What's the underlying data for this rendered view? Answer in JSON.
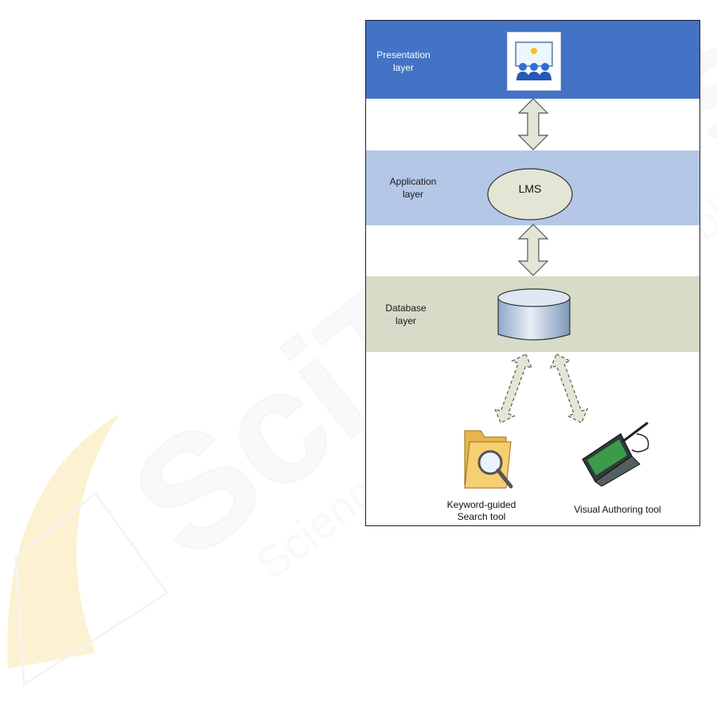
{
  "layers": {
    "presentation": {
      "label_line1": "Presentation",
      "label_line2": "layer",
      "color": "#4472c4"
    },
    "application": {
      "label_line1": "Application",
      "label_line2": "layer",
      "color": "#b4c7e7"
    },
    "database": {
      "label_line1": "Database",
      "label_line2": "layer",
      "color": "#d6dcc7"
    }
  },
  "nodes": {
    "lms": {
      "label": "LMS"
    }
  },
  "tools": {
    "search": {
      "label_line1": "Keyword-guided",
      "label_line2": "Search tool",
      "icon": "folder-search-icon"
    },
    "authoring": {
      "label": "Visual Authoring tool",
      "icon": "laptop-pen-icon"
    }
  },
  "watermark": {
    "text_main": "SciTePress",
    "text_sub": "Science and Technology Publications"
  }
}
